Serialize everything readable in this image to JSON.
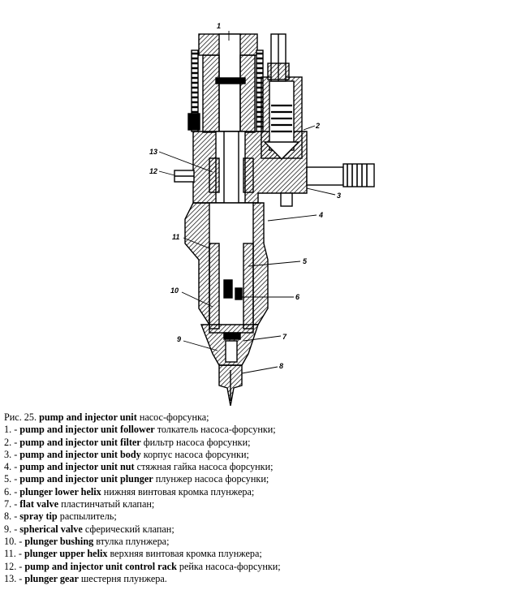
{
  "figure": {
    "callouts": [
      "1",
      "2",
      "3",
      "4",
      "5",
      "6",
      "7",
      "8",
      "9",
      "10",
      "11",
      "12",
      "13"
    ]
  },
  "caption": {
    "title": {
      "prefix": "Рис. 25. ",
      "term": "pump and injector unit",
      "translation": " насос-форсунка;"
    },
    "items": [
      {
        "num": "1. - ",
        "term": "pump and injector unit follower",
        "translation": " толкатель насоса-форсунки;"
      },
      {
        "num": "2. - ",
        "term": "pump and injector unit filter",
        "translation": " фильтр насоса форсунки;"
      },
      {
        "num": "3. - ",
        "term": "pump and injector unit body",
        "translation": " корпус насоса форсунки;"
      },
      {
        "num": "4. - ",
        "term": "pump and injector unit nut",
        "translation": " стяжная гайка насоса форсунки;"
      },
      {
        "num": "5. - ",
        "term": "pump and injector unit plunger",
        "translation": " плунжер насоса форсунки;"
      },
      {
        "num": "6. - ",
        "term": "plunger lower helix",
        "translation": " нижняя винтовая кромка плунжера;"
      },
      {
        "num": "7. - ",
        "term": "flat valve",
        "translation": " пластинчатый клапан;"
      },
      {
        "num": "8. - ",
        "term": "spray tip",
        "translation": " распылитель;"
      },
      {
        "num": "9. - ",
        "term": "spherical valve",
        "translation": " сферический клапан;"
      },
      {
        "num": "10. - ",
        "term": "plunger bushing",
        "translation": " втулка плунжера;"
      },
      {
        "num": "11. - ",
        "term": "plunger upper helix",
        "translation": " верхняя винтовая кромка плунжера;"
      },
      {
        "num": "12. - ",
        "term": "pump and injector unit control rack",
        "translation": " рейка насоса-форсунки;"
      },
      {
        "num": "13. - ",
        "term": "plunger gear",
        "translation": " шестерня плунжера."
      }
    ]
  }
}
